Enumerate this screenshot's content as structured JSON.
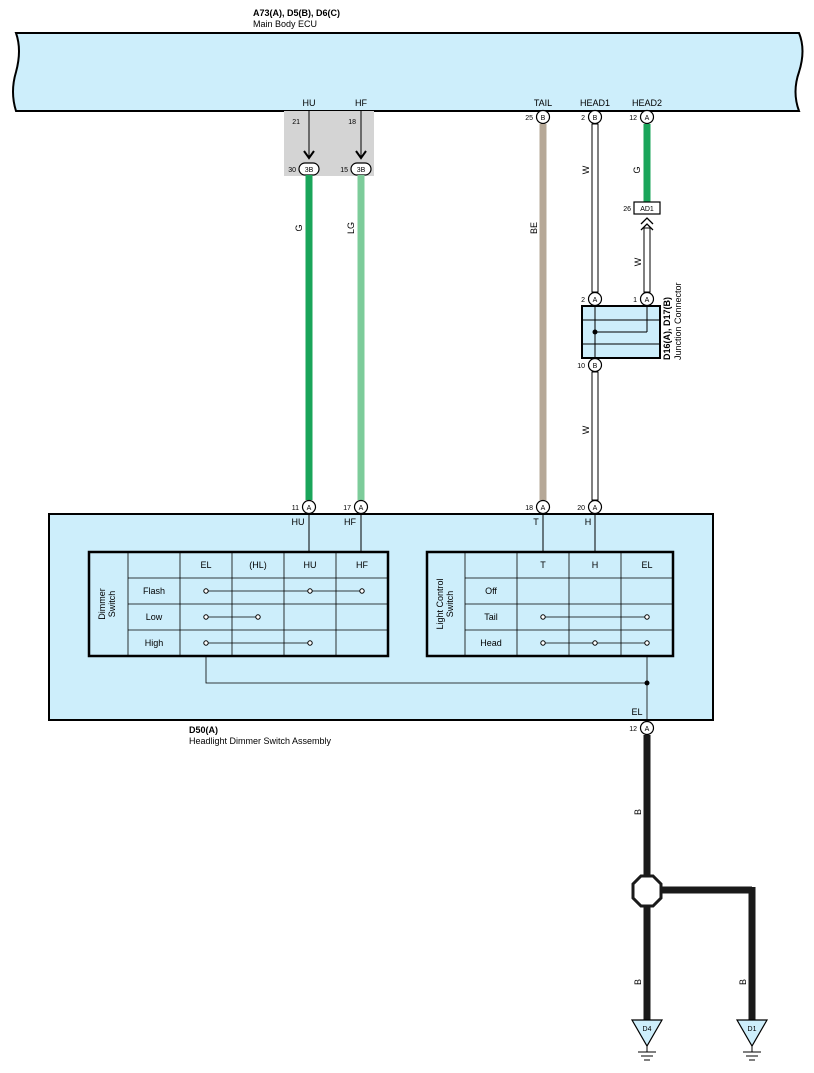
{
  "ecu": {
    "code": "A73(A), D5(B), D6(C)",
    "name": "Main Body ECU",
    "terminals": {
      "hu": "HU",
      "hf": "HF",
      "tail": "TAIL",
      "head1": "HEAD1",
      "head2": "HEAD2",
      "hu_pin": "21",
      "hf_pin": "18",
      "tail_pin": "25",
      "head1_pin": "2",
      "head2_pin": "12",
      "tail_conn": "B",
      "head1_conn": "B",
      "head2_conn": "A"
    }
  },
  "inline": {
    "conn": "3B",
    "hu_pin": "30",
    "hf_pin": "15"
  },
  "connector_ad1": {
    "code": "AD1",
    "pin": "26"
  },
  "junction": {
    "code": "D16(A), D17(B)",
    "name": "Junction Connector",
    "pin_a2": "2",
    "pin_a1": "1",
    "pin_b10": "10",
    "conn_a": "A",
    "conn_b": "B"
  },
  "wire_colors": {
    "g": "G",
    "lg": "LG",
    "be": "BE",
    "w": "W",
    "b": "B"
  },
  "switch": {
    "code": "D50(A)",
    "name": "Headlight Dimmer Switch Assembly",
    "conn": "A",
    "pins": {
      "hu": "11",
      "hf": "17",
      "t": "18",
      "h": "20",
      "el": "12"
    },
    "term_labels": {
      "hu": "HU",
      "hf": "HF",
      "t": "T",
      "h": "H",
      "el": "EL"
    },
    "dimmer_table": {
      "title_line1": "Dimmer",
      "title_line2": "Switch",
      "headers": [
        "EL",
        "(HL)",
        "HU",
        "HF"
      ],
      "rows": [
        "Flash",
        "Low",
        "High"
      ]
    },
    "light_table": {
      "title_line1": "Light Control",
      "title_line2": "Switch",
      "headers": [
        "T",
        "H",
        "EL"
      ],
      "rows": [
        "Off",
        "Tail",
        "Head"
      ]
    }
  },
  "grounds": {
    "d4": "D4",
    "d1": "D1"
  },
  "colors": {
    "ecu_fill": "#cdeefb",
    "green": "#1aa55a",
    "light_green": "#7dcc9a",
    "beige": "#b6a897",
    "black": "#1a1a1a",
    "shield_gray": "#d4d4d4"
  }
}
